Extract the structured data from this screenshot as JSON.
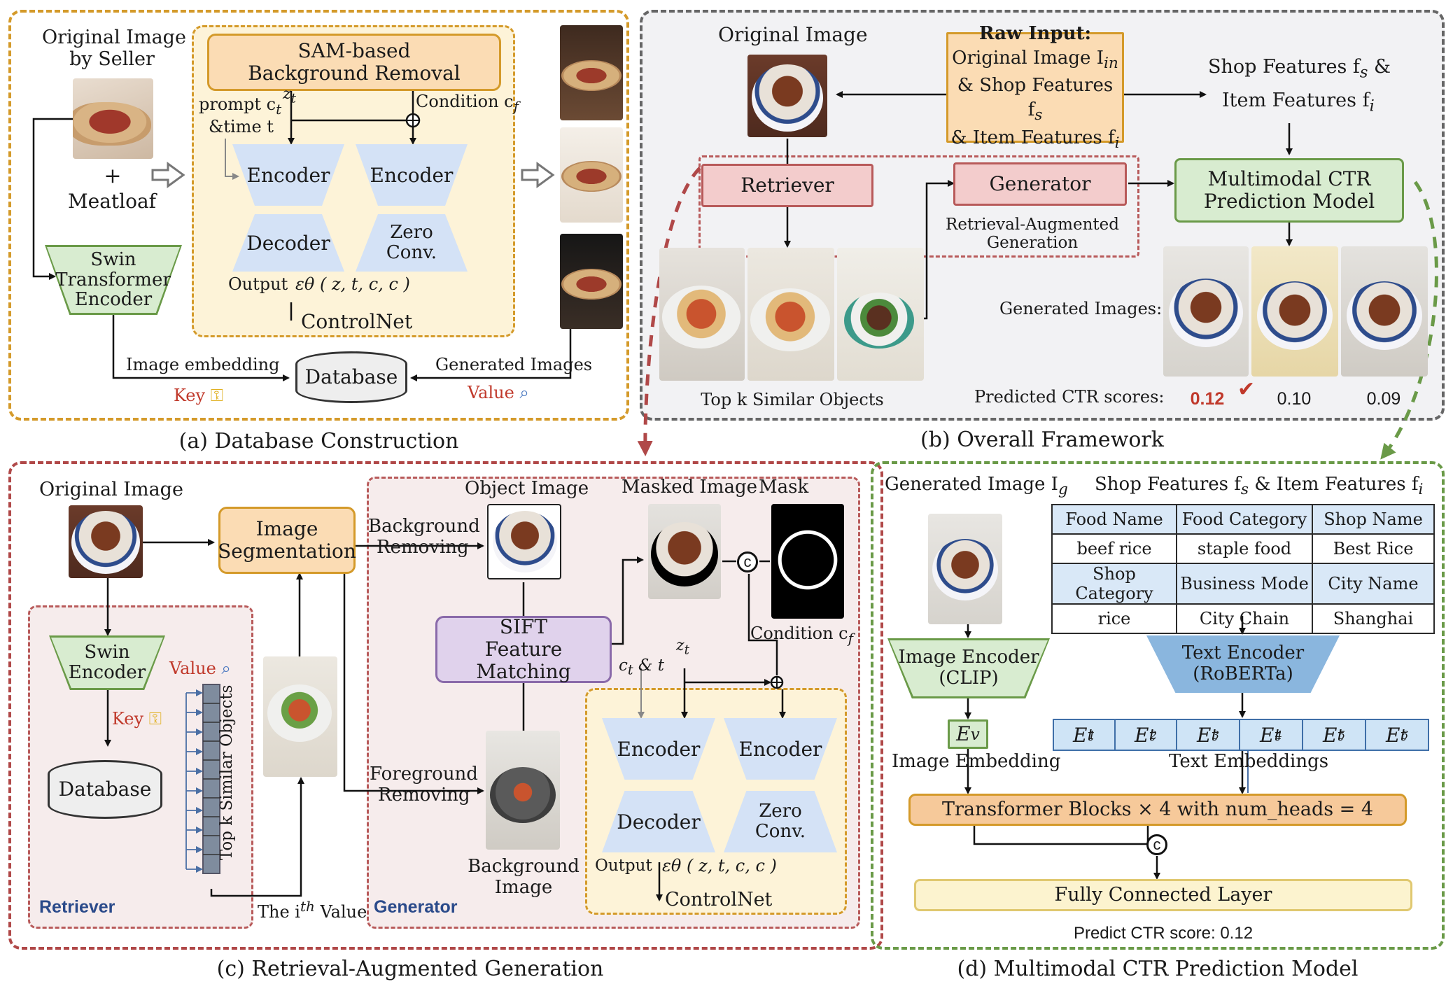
{
  "panels": {
    "a_caption": "(a) Database Construction",
    "b_caption": "(b) Overall Framework",
    "c_caption": "(c) Retrieval-Augmented Generation",
    "d_caption": "(d) Multimodal CTR Prediction Model"
  },
  "a": {
    "original_image_line1": "Original Image",
    "original_image_line2": "by Seller",
    "plus": "+",
    "meatloaf": "Meatloaf",
    "sam_line1": "SAM-based",
    "sam_line2": "Background Removal",
    "prompt": "prompt c",
    "prompt_sub": "t",
    "time": "&time t",
    "zt": "z",
    "zt_sub": "t",
    "condition": "Condition c",
    "condition_sub": "f",
    "encoder_left": "Encoder",
    "encoder_right": "Encoder",
    "decoder": "Decoder",
    "zero_line1": "Zero",
    "zero_line2": "Conv.",
    "output": "Output",
    "formula": "εθ ( z, t, c, c )",
    "controlnet": "ControlNet",
    "swin_line1": "Swin",
    "swin_line2": "Transformer",
    "swin_line3": "Encoder",
    "image_embedding": "Image embedding",
    "key": "Key",
    "database": "Database",
    "generated_images": "Generated Images",
    "value": "Value"
  },
  "b": {
    "original_image": "Original Image",
    "raw_input_title": "Raw Input:",
    "raw_line1": "Original Image I",
    "raw_line1_sub": "in",
    "raw_line2": "& Shop Features f",
    "raw_line2_sub": "s",
    "raw_line3": "& Item Features f",
    "raw_line3_sub": "i",
    "shop_features": "Shop Features f",
    "shop_features_sub": "s",
    "shop_amp": " &",
    "item_features": "Item Features f",
    "item_features_sub": "i",
    "retriever": "Retriever",
    "generator": "Generator",
    "rag_line1": "Retrieval-Augmented",
    "rag_line2": "Generation",
    "ctr_line1": "Multimodal CTR",
    "ctr_line2": "Prediction Model",
    "topk": "Top k Similar Objects",
    "generated_images": "Generated Images:",
    "predicted": "Predicted CTR scores:",
    "scores": [
      "0.12",
      "0.10",
      "0.09"
    ],
    "check": "✔"
  },
  "c": {
    "original_image": "Original Image",
    "segmentation_line1": "Image",
    "segmentation_line2": "Segmentation",
    "bg_remove_line1": "Background",
    "bg_remove_line2": "Removing",
    "fg_remove_line1": "Foreground",
    "fg_remove_line2": "Removing",
    "object_image": "Object Image",
    "masked_image": "Masked Image",
    "mask": "Mask",
    "sift_line1": "SIFT",
    "sift_line2": "Feature Matching",
    "ct": "c",
    "ct_sub": "t",
    "ct_rest": " & t",
    "zt": "z",
    "zt_sub": "t",
    "condition": "Condition c",
    "condition_sub": "f",
    "concat": "c",
    "encoder_left": "Encoder",
    "encoder_right": "Encoder",
    "decoder": "Decoder",
    "zero_line1": "Zero",
    "zero_line2": "Conv.",
    "output": "Output",
    "formula": "εθ ( z, t, c, c )",
    "controlnet": "ControlNet",
    "background_image_line1": "Background",
    "background_image_line2": "Image",
    "swin_line1": "Swin",
    "swin_line2": "Encoder",
    "value": "Value",
    "key": "Key",
    "database": "Database",
    "topk_vertical": "Top k Similar Objects",
    "ith_value": "The i",
    "ith_sup": "th",
    "ith_rest": " Value",
    "retriever": "Retriever",
    "generator": "Generator"
  },
  "d": {
    "generated_image": "Generated Image I",
    "generated_image_sub": "g",
    "features_title": "Shop Features f",
    "features_title_sub1": "s",
    "features_mid": " & Item Features f",
    "features_title_sub2": "i",
    "table": [
      [
        "Food Name",
        "Food Category",
        "Shop Name"
      ],
      [
        "beef rice",
        "staple food",
        "Best Rice"
      ],
      [
        "Shop Category",
        "Business Mode",
        "City Name"
      ],
      [
        "rice",
        "City Chain",
        "Shanghai"
      ]
    ],
    "image_encoder_line1": "Image Encoder",
    "image_encoder_line2": "(CLIP)",
    "text_encoder_line1": "Text Encoder",
    "text_encoder_line2": "(RoBERTa)",
    "ev": "E",
    "ev_sub": "v",
    "image_embedding": "Image Embedding",
    "text_embeddings": "Text Embeddings",
    "emb_sups": [
      "1",
      "2",
      "3",
      "4",
      "5",
      "6"
    ],
    "emb_base": "E",
    "emb_sub": "t",
    "transformer": "Transformer Blocks × 4  with num_heads = 4",
    "concat": "c",
    "fc": "Fully Connected Layer",
    "predict": "Predict CTR score: 0.12"
  },
  "colors": {
    "panel_a_border": "#d49a2a",
    "panel_b_border": "#666666",
    "panel_c_border": "#b04848",
    "panel_d_border": "#6a9a48",
    "blue_box": "#d4e2f6",
    "blue_border": "#5577aa",
    "orange_box": "#fbdcb4",
    "orange_border": "#d49a2a",
    "pink_box": "#f3cccc",
    "pink_border": "#b85a5a",
    "green_box": "#d8ecd0",
    "green_border": "#6a9a48",
    "purple_box": "#e0d2ec",
    "purple_border": "#8a6aaa",
    "red_text": "#c0392b",
    "navy_text": "#2a4a8a"
  }
}
